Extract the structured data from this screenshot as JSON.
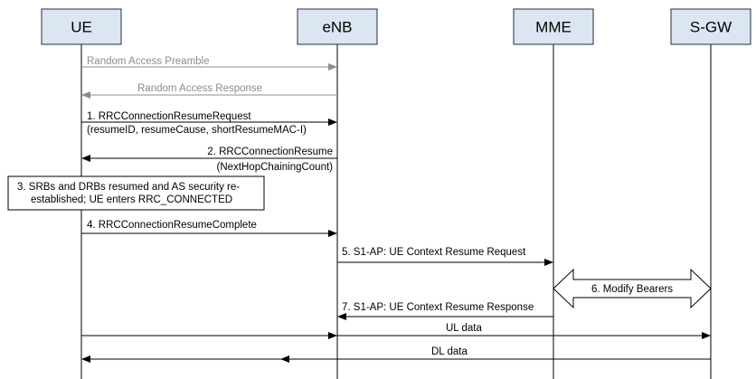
{
  "entities": {
    "ue": "UE",
    "enb": "eNB",
    "mme": "MME",
    "sgw": "S-GW"
  },
  "messages": {
    "m0": "Random Access Preamble",
    "m1": "Random Access Response",
    "m2_line1": "1. RRCConnectionResumeRequest",
    "m2_line2": "(resumeID, resumeCause, shortResumeMAC-I)",
    "m3_line1": "2. RRCConnectionResume",
    "m3_line2": "(NextHopChainingCount)",
    "m4": "4. RRCConnectionResumeComplete",
    "m5": "5. S1-AP: UE Context Resume Request",
    "m7": "7. S1-AP: UE Context Resume Response",
    "ul": "UL data",
    "dl": "DL data"
  },
  "note": {
    "line1": "3. SRBs and DRBs resumed and AS security re-",
    "line2": "established; UE enters RRC_CONNECTED"
  },
  "bidirectional": {
    "label": "6. Modify Bearers"
  },
  "colors": {
    "entity_fill": "#dce6f2",
    "gray_message": "#8c8c8c",
    "black_message": "#000000"
  }
}
